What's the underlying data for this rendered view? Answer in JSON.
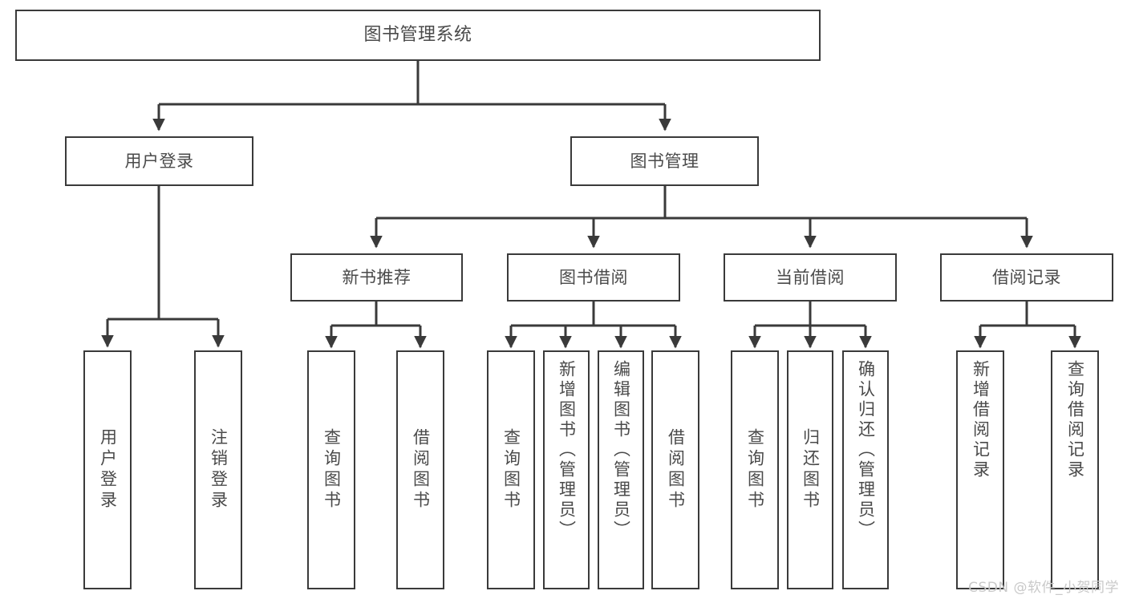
{
  "diagram": {
    "title": "图书管理系统",
    "type": "hierarchy-tree",
    "levels": 4,
    "root": {
      "id": "root",
      "label": "图书管理系统"
    },
    "level2": [
      {
        "id": "user-login",
        "label": "用户登录"
      },
      {
        "id": "book-manage",
        "label": "图书管理"
      }
    ],
    "level3": [
      {
        "id": "new-book-recommend",
        "label": "新书推荐",
        "parent": "book-manage"
      },
      {
        "id": "book-borrow",
        "label": "图书借阅",
        "parent": "book-manage"
      },
      {
        "id": "current-borrow",
        "label": "当前借阅",
        "parent": "book-manage"
      },
      {
        "id": "borrow-record",
        "label": "借阅记录",
        "parent": "book-manage"
      }
    ],
    "leaves": [
      {
        "id": "leaf-user-login",
        "label": "用户登录",
        "parent": "user-login"
      },
      {
        "id": "leaf-user-logout",
        "label": "注销登录",
        "parent": "user-login"
      },
      {
        "id": "leaf-query-book-1",
        "label": "查询图书",
        "parent": "new-book-recommend"
      },
      {
        "id": "leaf-borrow-book-1",
        "label": "借阅图书",
        "parent": "new-book-recommend"
      },
      {
        "id": "leaf-query-book-2",
        "label": "查询图书",
        "parent": "book-borrow"
      },
      {
        "id": "leaf-add-book",
        "label": "新增图书（管理员）",
        "parent": "book-borrow"
      },
      {
        "id": "leaf-edit-book",
        "label": "编辑图书（管理员）",
        "parent": "book-borrow"
      },
      {
        "id": "leaf-borrow-book-2",
        "label": "借阅图书",
        "parent": "book-borrow"
      },
      {
        "id": "leaf-query-book-3",
        "label": "查询图书",
        "parent": "current-borrow"
      },
      {
        "id": "leaf-return-book",
        "label": "归还图书",
        "parent": "current-borrow"
      },
      {
        "id": "leaf-confirm-return",
        "label": "确认归还（管理员）",
        "parent": "current-borrow"
      },
      {
        "id": "leaf-add-record",
        "label": "新增借阅记录",
        "parent": "borrow-record"
      },
      {
        "id": "leaf-query-record",
        "label": "查询借阅记录",
        "parent": "borrow-record"
      }
    ]
  },
  "watermark": {
    "text": "CSDN @软件_小贺同学"
  },
  "colors": {
    "stroke": "#3a3a3a",
    "text": "#4a4a4a",
    "background": "#ffffff",
    "watermark": "#c9c9c9"
  }
}
